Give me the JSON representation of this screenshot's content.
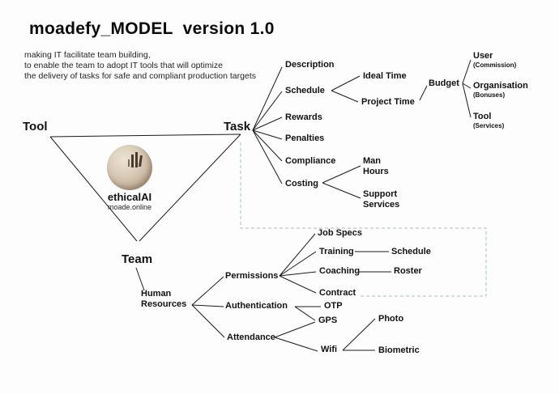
{
  "header": {
    "title": "moadefy_MODEL  version 1.0",
    "tagline_lines": [
      "making IT facilitate team building,",
      "to enable the team to adopt IT tools that will optimize",
      "the delivery of tasks for safe and compliant production targets"
    ]
  },
  "triangle": {
    "tool": "Tool",
    "task": "Task",
    "team": "Team"
  },
  "logo": {
    "brand": "ethicalAI",
    "website": "moade.online"
  },
  "task_branch": {
    "nodes": {
      "description": "Description",
      "schedule": "Schedule",
      "rewards": "Rewards",
      "penalties": "Penalties",
      "compliance": "Compliance",
      "costing": "Costing",
      "ideal_time": "Ideal Time",
      "project_time": "Project Time",
      "budget": "Budget",
      "user": "User",
      "user_note": "(Commission)",
      "organisation": "Organisation",
      "organisation_note": "(Bonuses)",
      "tool": "Tool",
      "tool_note": "(Services)",
      "man_hours": "Man Hours",
      "support_services": "Support Services"
    }
  },
  "team_branch": {
    "nodes": {
      "human_resources": "Human Resources",
      "permissions": "Permissions",
      "authentication": "Authentication",
      "attendance": "Attendance",
      "job_specs": "Job Specs",
      "training": "Training",
      "coaching": "Coaching",
      "contract": "Contract",
      "schedule": "Schedule",
      "roster": "Roster",
      "otp": "OTP",
      "gps": "GPS",
      "wifi": "Wifi",
      "photo": "Photo",
      "biometric": "Biometric"
    }
  },
  "colors": {
    "line": "#1a1a1a",
    "dashed_link": "#b9cdcb",
    "text": "#111111",
    "background": "#fdfdfd"
  }
}
